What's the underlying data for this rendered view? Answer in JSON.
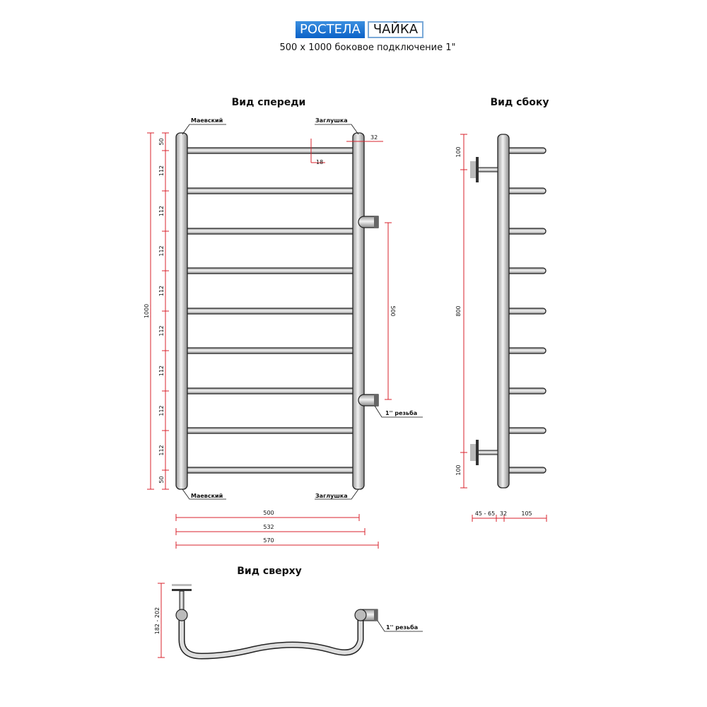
{
  "header": {
    "brand": "РОСТЕЛА",
    "model": "ЧАЙКА",
    "subtitle": "500 x 1000 боковое подключение 1\""
  },
  "front_view": {
    "title": "Вид спереди",
    "label_top_left": "Маевский",
    "label_top_right": "Заглушка",
    "label_bottom_left": "Маевский",
    "label_bottom_right": "Заглушка",
    "dim_total_height": "1000",
    "dim_segments": [
      "50",
      "112",
      "112",
      "112",
      "112",
      "112",
      "112",
      "112",
      "112",
      "50"
    ],
    "dim_post_diameter": "32",
    "dim_rung_diameter": "18",
    "dim_connection_distance": "500",
    "thread_label": "1'' резьба",
    "dim_widths": [
      "500",
      "532",
      "570"
    ]
  },
  "side_view": {
    "title": "Вид сбоку",
    "dim_heights": [
      "100",
      "800",
      "100"
    ],
    "dim_depths": [
      "45 - 65",
      "32",
      "105"
    ]
  },
  "top_view": {
    "title": "Вид сверху",
    "dim_depth": "182 - 202",
    "thread_label": "1'' резьба"
  },
  "colors": {
    "dimension": "#d9232e",
    "brand": "#0b62c8"
  }
}
